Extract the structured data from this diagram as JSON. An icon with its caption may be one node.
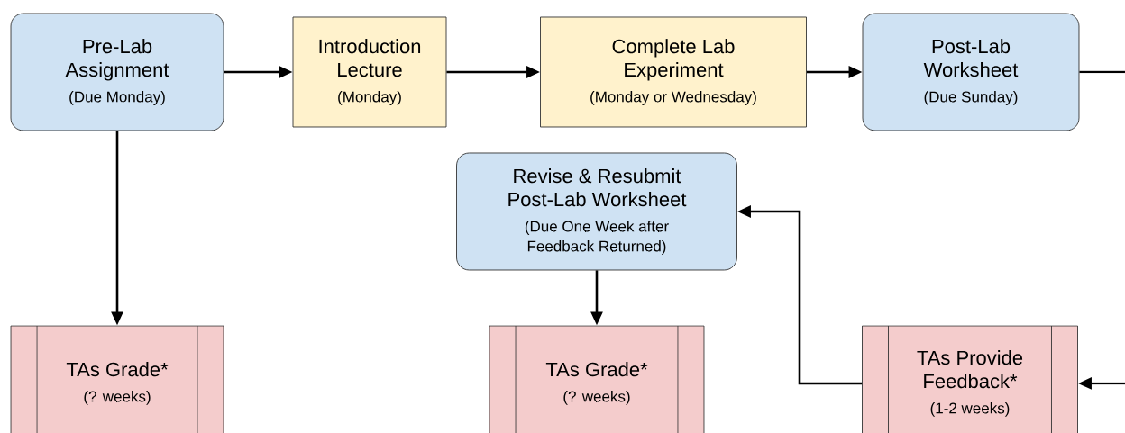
{
  "diagram": {
    "nodes": [
      {
        "text": [
          "Pre-Lab Assignment",
          "(Due Monday)"
        ]
      },
      {
        "text": [
          "Introduction Lecture",
          "(Monday)"
        ]
      },
      {
        "text": [
          "Complete Lab Experiment",
          "(Monday or Wednesday)"
        ]
      },
      {
        "text": [
          "Post-Lab Worksheet",
          "(Due Sunday)"
        ]
      },
      {
        "text": [
          "Revise & Resubmit Post-Lab Worksheet",
          "(Due One Week after Feedback Returned)"
        ]
      },
      {
        "text": [
          "TAs Grade*",
          "(? weeks)"
        ]
      },
      {
        "text": [
          "TAs Grade*",
          "(? weeks)"
        ]
      },
      {
        "text": [
          "TAs Provide Feedback*",
          "(1-2 weeks)"
        ]
      }
    ],
    "edges": [
      {
        "from": 0,
        "to": 1,
        "arrow": "to"
      },
      {
        "from": 1,
        "to": 2,
        "arrow": "to"
      },
      {
        "from": 2,
        "to": 3,
        "arrow": "to"
      },
      {
        "from": 3,
        "to": null,
        "arrow": "none"
      },
      {
        "from": 0,
        "to": 5,
        "arrow": "to"
      },
      {
        "from": 4,
        "to": 6,
        "arrow": "to"
      },
      {
        "from": 7,
        "to": 4,
        "arrow": "to"
      },
      {
        "from": null,
        "to": 7,
        "arrow": "to"
      }
    ]
  }
}
